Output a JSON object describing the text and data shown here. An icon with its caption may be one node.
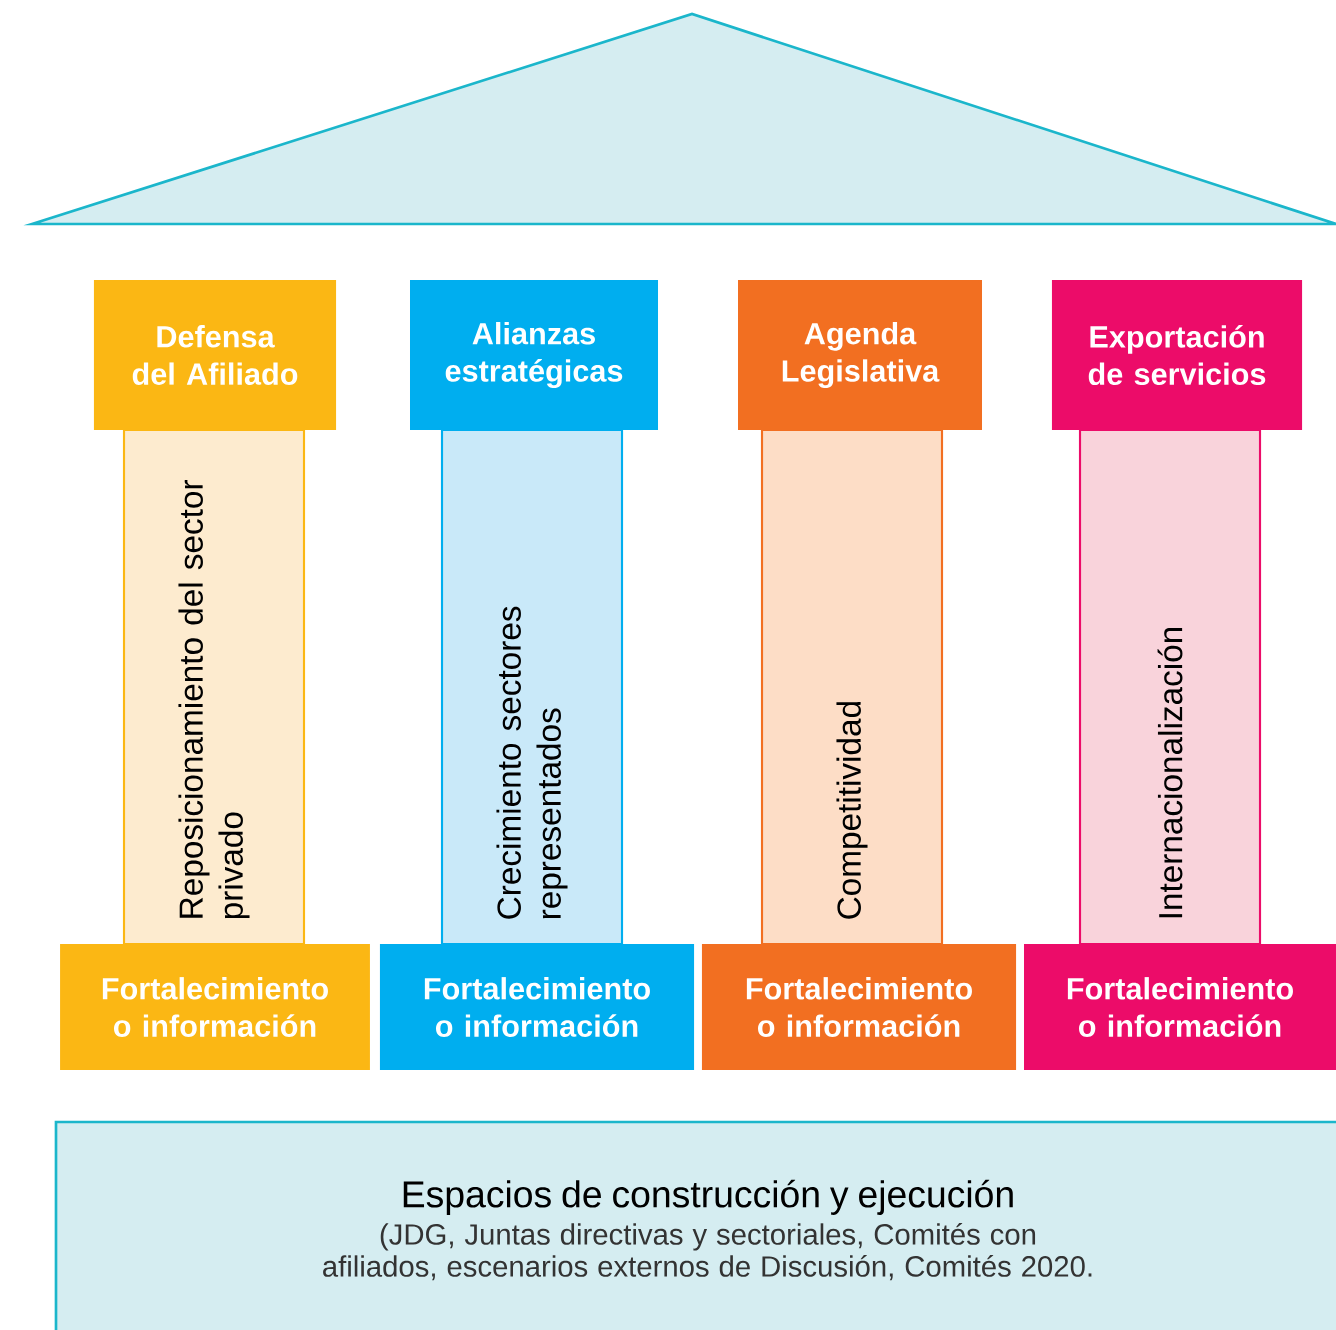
{
  "diagram": {
    "nodes": [
      {
        "text": [
          "Defensa del Afiliado"
        ]
      },
      {
        "text": [
          "Reposicionamiento del sector privado"
        ]
      },
      {
        "text": [
          "Fortalecimiento o información"
        ]
      },
      {
        "text": [
          "Alianzas estratégicas"
        ]
      },
      {
        "text": [
          "Crecimiento sectores representados"
        ]
      },
      {
        "text": [
          "Fortalecimiento o información"
        ]
      },
      {
        "text": [
          "Agenda Legislativa"
        ]
      },
      {
        "text": [
          "Competitividad"
        ]
      },
      {
        "text": [
          "Fortalecimiento o información"
        ]
      },
      {
        "text": [
          "Exportación de servicios"
        ]
      },
      {
        "text": [
          "Internacionalización"
        ]
      },
      {
        "text": [
          "Fortalecimiento o información"
        ]
      },
      {
        "text": [
          "Espacios de construcción y ejecución",
          "(JDG, Juntas directivas y sectoriales, Comités con afiliados, escenarios externos de Discusión, Comités 2020."
        ]
      }
    ],
    "edges": []
  }
}
